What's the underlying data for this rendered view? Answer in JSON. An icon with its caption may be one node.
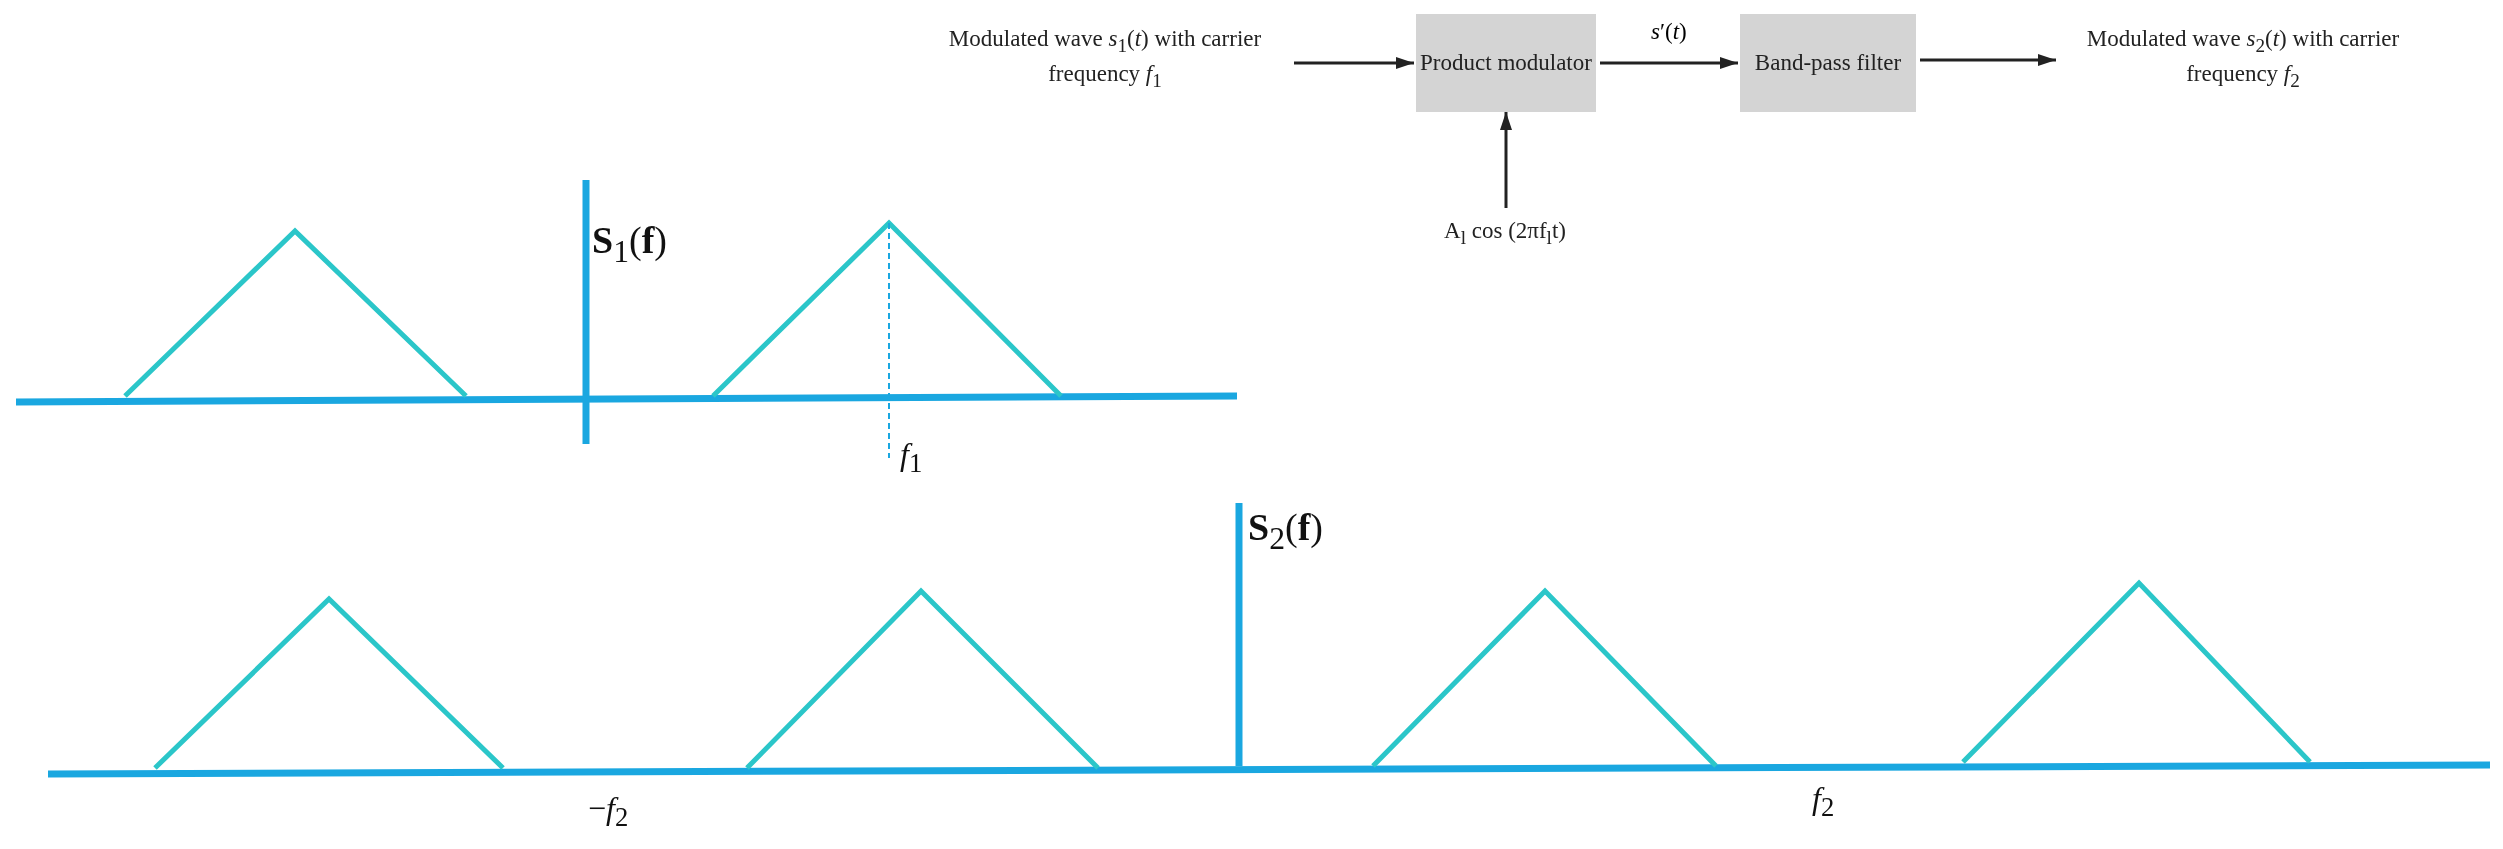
{
  "diagram": {
    "nodes": [
      {
        "text": [
          "Modulated wave *s*$_{1}$(*t*) with carrier frequency *f*$_{1}$"
        ]
      },
      {
        "text": [
          "Product modulator"
        ]
      },
      {
        "text": [
          "Band-pass filter"
        ]
      },
      {
        "text": [
          "Modulated wave *s*$_{2}$(*t*) with carrier frequency *f*$_{2}$"
        ]
      },
      {
        "text": [
          "A$_{l}$ cos (2πf$_{l}$t)"
        ]
      }
    ],
    "edges": [
      {
        "from": 0,
        "to": 1,
        "arrow": "to"
      },
      {
        "from": 1,
        "to": 2,
        "arrow": "to",
        "label": "*s*′(*t*)"
      },
      {
        "from": 2,
        "to": 3,
        "arrow": "to"
      },
      {
        "from": 4,
        "to": 1,
        "arrow": "to"
      }
    ],
    "labels": [
      "**S**$_{1}$(**f**)",
      "*f*$_{1}$",
      "**S**$_{2}$(**f**)",
      "−*f*$_{2}$",
      "*f*$_{2}$"
    ]
  }
}
